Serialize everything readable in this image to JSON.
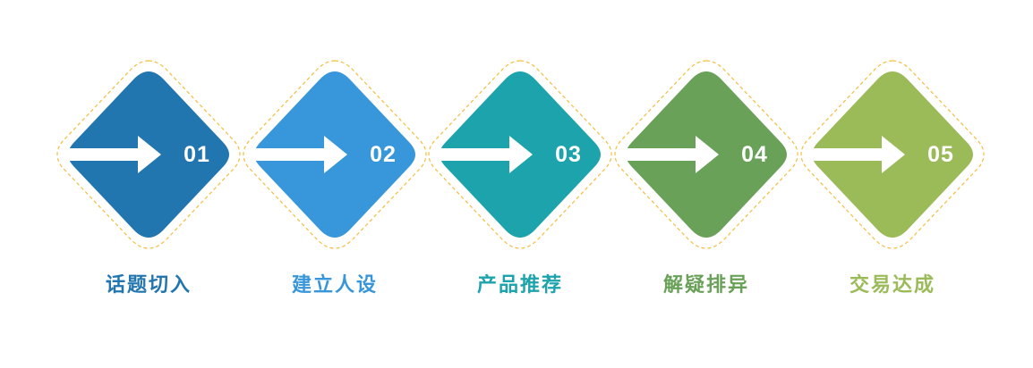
{
  "steps": [
    {
      "number": "01",
      "label": "话题切入",
      "color": "#2276b0"
    },
    {
      "number": "02",
      "label": "建立人设",
      "color": "#3797da"
    },
    {
      "number": "03",
      "label": "产品推荐",
      "color": "#1ca3ab"
    },
    {
      "number": "04",
      "label": "解疑排异",
      "color": "#69a158"
    },
    {
      "number": "05",
      "label": "交易达成",
      "color": "#9bbb59"
    }
  ],
  "outline_color": "#f3be3e",
  "arrow_color": "#ffffff"
}
